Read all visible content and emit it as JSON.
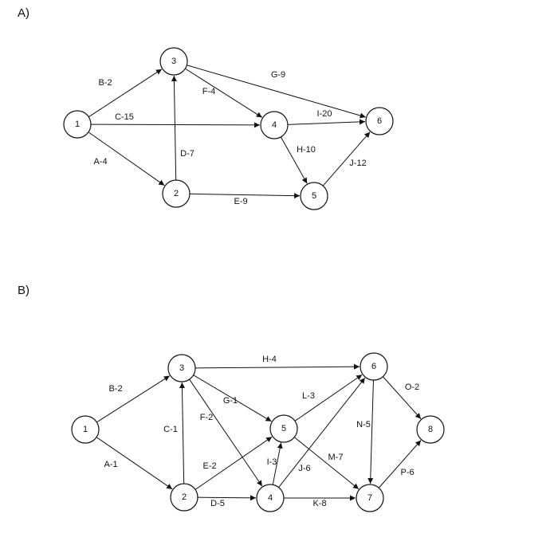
{
  "panels": [
    {
      "label": "A)",
      "nodes": [
        {
          "id": "1",
          "label": "1"
        },
        {
          "id": "2",
          "label": "2"
        },
        {
          "id": "3",
          "label": "3"
        },
        {
          "id": "4",
          "label": "4"
        },
        {
          "id": "5",
          "label": "5"
        },
        {
          "id": "6",
          "label": "6"
        }
      ],
      "edges": [
        {
          "from": "1",
          "to": "3",
          "label": "B-2"
        },
        {
          "from": "1",
          "to": "4",
          "label": "C-15"
        },
        {
          "from": "1",
          "to": "2",
          "label": "A-4"
        },
        {
          "from": "2",
          "to": "3",
          "label": "D-7"
        },
        {
          "from": "3",
          "to": "4",
          "label": "F-4"
        },
        {
          "from": "3",
          "to": "6",
          "label": "G-9"
        },
        {
          "from": "4",
          "to": "6",
          "label": "I-20"
        },
        {
          "from": "4",
          "to": "5",
          "label": "H-10"
        },
        {
          "from": "2",
          "to": "5",
          "label": "E-9"
        },
        {
          "from": "5",
          "to": "6",
          "label": "J-12"
        }
      ]
    },
    {
      "label": "B)",
      "nodes": [
        {
          "id": "1",
          "label": "1"
        },
        {
          "id": "2",
          "label": "2"
        },
        {
          "id": "3",
          "label": "3"
        },
        {
          "id": "4",
          "label": "4"
        },
        {
          "id": "5",
          "label": "5"
        },
        {
          "id": "6",
          "label": "6"
        },
        {
          "id": "7",
          "label": "7"
        },
        {
          "id": "8",
          "label": "8"
        }
      ],
      "edges": [
        {
          "from": "1",
          "to": "3",
          "label": "B-2"
        },
        {
          "from": "1",
          "to": "2",
          "label": "A-1"
        },
        {
          "from": "2",
          "to": "3",
          "label": "C-1"
        },
        {
          "from": "3",
          "to": "6",
          "label": "H-4"
        },
        {
          "from": "3",
          "to": "5",
          "label": "G-1"
        },
        {
          "from": "3",
          "to": "4",
          "label": "F-2"
        },
        {
          "from": "2",
          "to": "5",
          "label": "E-2"
        },
        {
          "from": "2",
          "to": "4",
          "label": "D-5"
        },
        {
          "from": "4",
          "to": "5",
          "label": "I-3"
        },
        {
          "from": "4",
          "to": "6",
          "label": "J-6"
        },
        {
          "from": "4",
          "to": "7",
          "label": "K-8"
        },
        {
          "from": "5",
          "to": "6",
          "label": "L-3"
        },
        {
          "from": "5",
          "to": "7",
          "label": "M-7"
        },
        {
          "from": "6",
          "to": "7",
          "label": "N-5"
        },
        {
          "from": "6",
          "to": "8",
          "label": "O-2"
        },
        {
          "from": "7",
          "to": "8",
          "label": "P-6"
        }
      ]
    }
  ]
}
